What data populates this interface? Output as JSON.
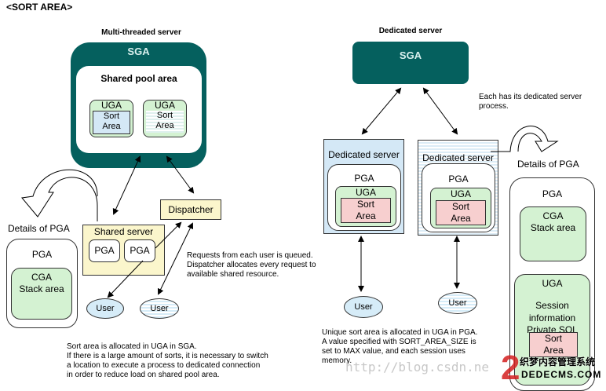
{
  "title": "<SORT AREA>",
  "mts": {
    "heading": "Multi-threaded server",
    "sga": "SGA",
    "shared_pool": "Shared pool area",
    "uga1": {
      "label": "UGA",
      "sort": [
        "Sort",
        "Area"
      ]
    },
    "uga2": {
      "label": "UGA",
      "sort": [
        "Sort",
        "Area"
      ]
    },
    "dispatcher": "Dispatcher",
    "shared_server": "Shared server",
    "pga1": "PGA",
    "pga2": "PGA",
    "user1": "User",
    "user2": "User",
    "details_label": "Details of PGA",
    "details": {
      "pga": "PGA",
      "cga": [
        "CGA",
        "Stack area"
      ]
    },
    "note_requests": [
      "Requests from each user is queued.",
      "Dispatcher allocates every request to",
      "available shared resource."
    ],
    "note_sort": [
      "Sort area is allocated in UGA in SGA.",
      "If there is a large amount of sorts, it is necessary to switch",
      "a location to execute a process to dedicated connection",
      "in order to reduce load on shared pool area."
    ]
  },
  "ded": {
    "heading": "Dedicated server",
    "sga": "SGA",
    "note_each": [
      "Each has its dedicated server",
      "process."
    ],
    "server1": {
      "label": "Dedicated server",
      "pga": "PGA",
      "uga": "UGA",
      "sort": [
        "Sort",
        "Area"
      ]
    },
    "server2": {
      "label": "Dedicated server",
      "pga": "PGA",
      "uga": "UGA",
      "sort": [
        "Sort",
        "Area"
      ]
    },
    "user1": "User",
    "user2": "User",
    "details_label": "Details of PGA",
    "details": {
      "pga": "PGA",
      "cga": [
        "CGA",
        "Stack area"
      ],
      "uga": "UGA",
      "session": [
        "Session",
        "information",
        "Private SQL"
      ],
      "sort": [
        "Sort",
        "Area"
      ]
    },
    "note_unique": [
      "Unique sort area is allocated in UGA in PGA.",
      "A value specified with SORT_AREA_SIZE is",
      "set to MAX value, and each session uses",
      "memory."
    ]
  },
  "watermarks": {
    "url": "http://blog.csdn.ne",
    "logo_cn": "织梦内容管理系统",
    "logo_en": "DEDECMS.COM"
  },
  "colors": {
    "sga": "#05605e",
    "uga": "#d4f2d2",
    "sort_blue": "#d4e8f6",
    "sort_pink": "#f7cfcf",
    "server_yellow": "#fbf6cc",
    "server_blue": "#d4e8f6"
  }
}
